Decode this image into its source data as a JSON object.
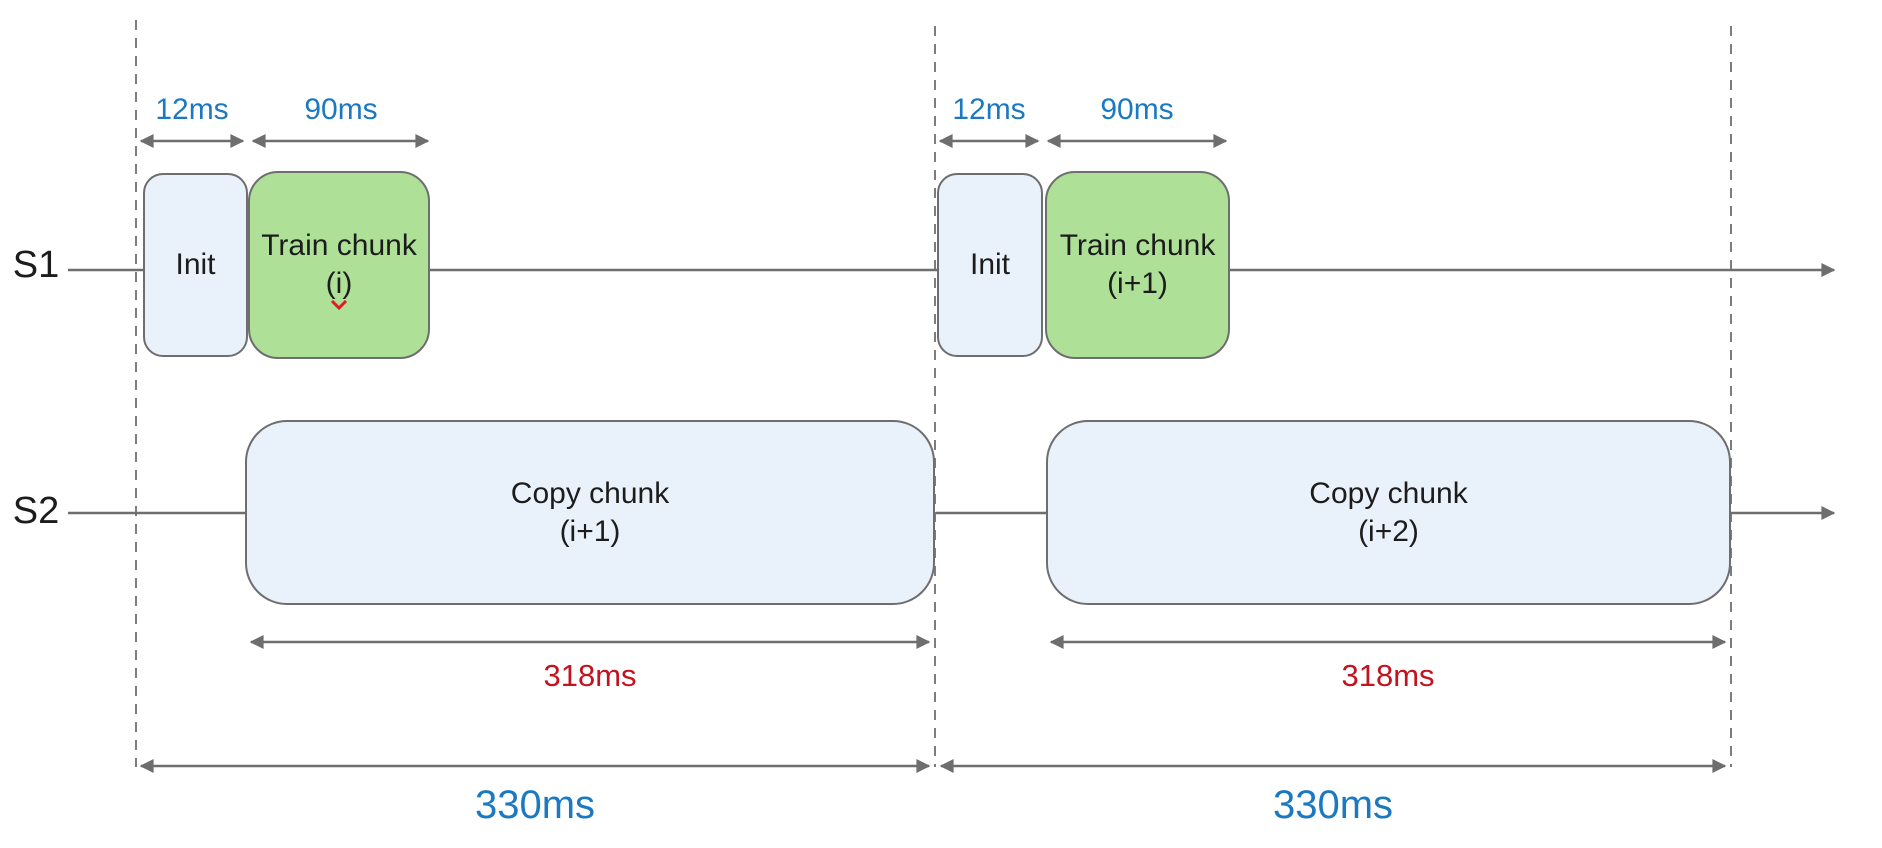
{
  "colors": {
    "accent_blue": "#1b79c2",
    "accent_red": "#c11320",
    "box_blue_fill": "#e9f1fa",
    "box_green_fill": "#aee097",
    "line_gray": "#6e6e6e"
  },
  "lanes": [
    {
      "label": "S1"
    },
    {
      "label": "S2"
    }
  ],
  "periods": [
    {
      "init": {
        "label": "Init",
        "duration": "12ms"
      },
      "train": {
        "label": "Train chunk",
        "index": "(i)",
        "duration": "90ms"
      },
      "copy": {
        "label": "Copy chunk",
        "index": "(i+1)",
        "duration": "318ms"
      },
      "total": "330ms"
    },
    {
      "init": {
        "label": "Init",
        "duration": "12ms"
      },
      "train": {
        "label": "Train chunk",
        "index": "(i+1)",
        "duration": "90ms"
      },
      "copy": {
        "label": "Copy chunk",
        "index": "(i+2)",
        "duration": "318ms"
      },
      "total": "330ms"
    }
  ]
}
